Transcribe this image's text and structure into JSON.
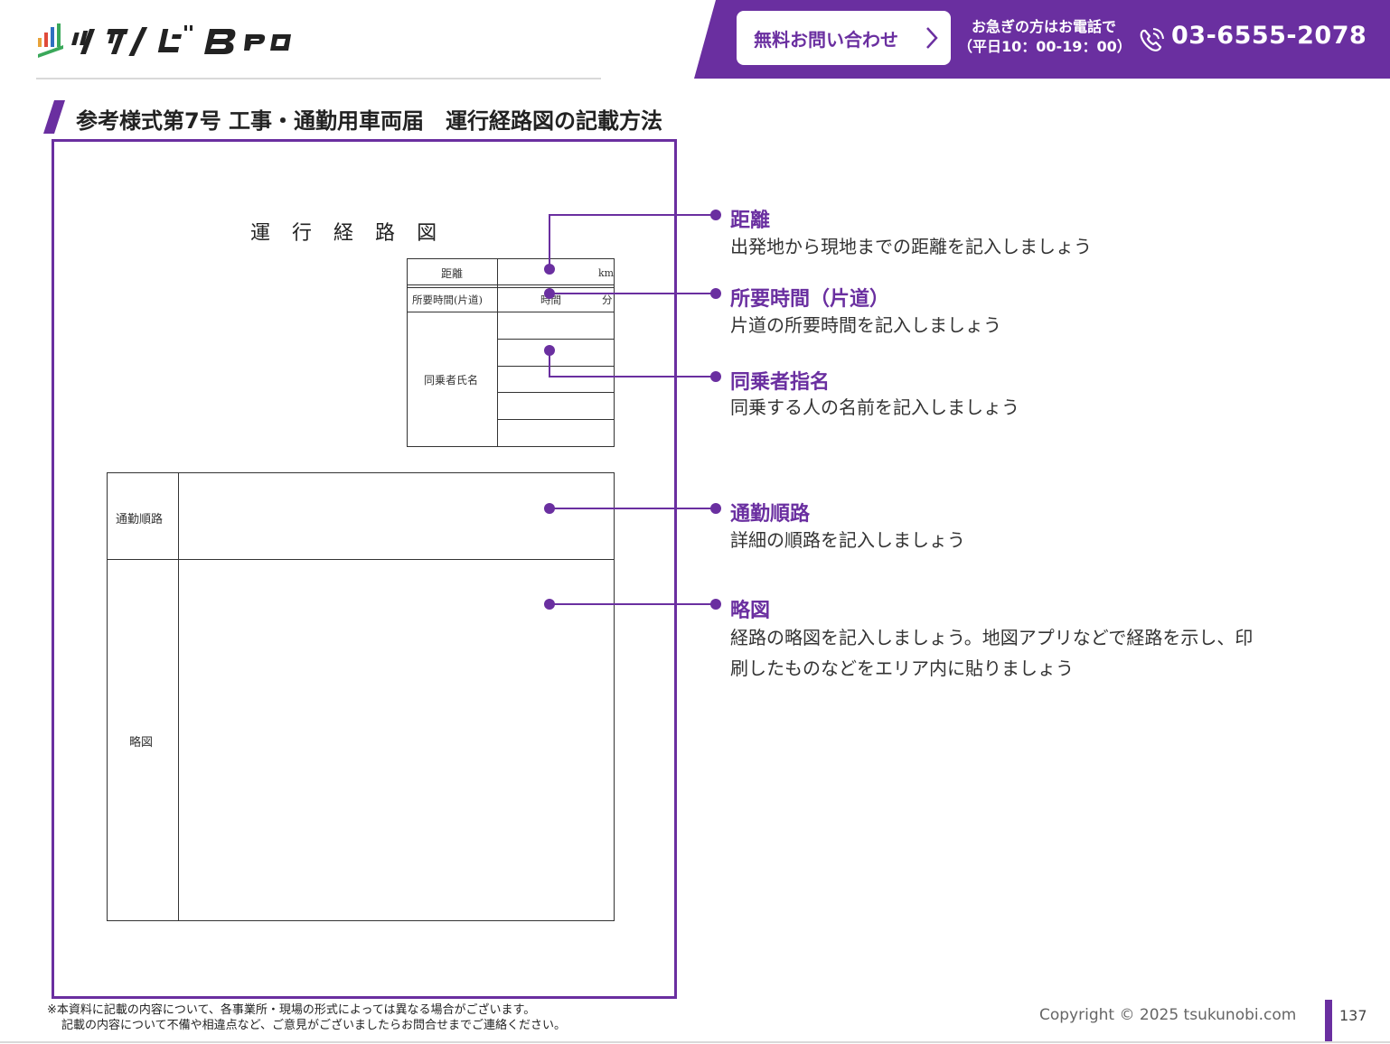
{
  "header": {
    "logo_alt": "ツクノビBPO",
    "contact_button": "無料お問い合わせ",
    "tel_note_line1": "お急ぎの方はお電話で",
    "tel_note_line2": "（平日10：00-19：00）",
    "phone": "03-6555-2078",
    "brand_color": "#6a2fa0"
  },
  "page_title": "参考様式第7号 工事・通勤用車両届　運行経路図の記載方法",
  "form": {
    "title_chars": [
      "運",
      "行",
      "経",
      "路",
      "図"
    ],
    "distance_label": "距離",
    "distance_unit": "km",
    "time_label": "所要時間(片道)",
    "time_hours": "時間",
    "time_minutes": "分",
    "passengers_label": "同乗者氏名",
    "route_label": "通勤順路",
    "map_label": "略図"
  },
  "callouts": [
    {
      "title": "距離",
      "desc": [
        "出発地から現地までの距離を記入しましょう"
      ]
    },
    {
      "title": "所要時間（片道）",
      "desc": [
        "片道の所要時間を記入しましょう"
      ]
    },
    {
      "title": "同乗者指名",
      "desc": [
        "同乗する人の名前を記入しましょう"
      ]
    },
    {
      "title": "通勤順路",
      "desc": [
        "詳細の順路を記入しましょう"
      ]
    },
    {
      "title": "略図",
      "desc": [
        "経路の略図を記入しましょう。地図アプリなどで経路を示し、印",
        "刷したものなどをエリア内に貼りましょう"
      ]
    }
  ],
  "footer": {
    "note_line1": "※本資料に記載の内容について、各事業所・現場の形式によっては異なる場合がございます。",
    "note_line2": "記載の内容について不備や相違点など、ご意見がございましたらお問合せまでご連絡ください。",
    "copyright": "Copyright © 2025 tsukunobi.com",
    "page_number": "137"
  }
}
